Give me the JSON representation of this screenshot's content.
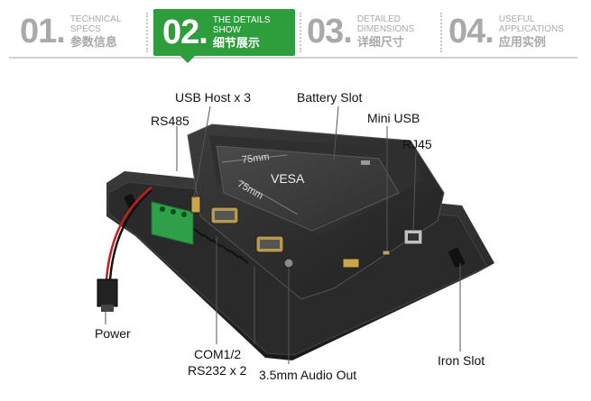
{
  "tabs": [
    {
      "num": "01.",
      "en1": "TECHNICAL",
      "en2": "SPECS",
      "cn": "参数信息",
      "active": false
    },
    {
      "num": "02.",
      "en1": "THE DETAILS",
      "en2": "SHOW",
      "cn": "细节展示",
      "active": true
    },
    {
      "num": "03.",
      "en1": "DETAILED",
      "en2": "DIMENSIONS",
      "cn": "详细尺寸",
      "active": false
    },
    {
      "num": "04.",
      "en1": "USEFUL",
      "en2": "APPLICATIONS",
      "cn": "应用实例",
      "active": false
    }
  ],
  "colors": {
    "accent": "#2e9d3c",
    "inactive": "#a9a9a9",
    "device": "#2b2b2b"
  },
  "device": {
    "vesa": "VESA",
    "dim1": "75mm",
    "dim2": "75mm"
  },
  "callouts": {
    "usb_host": "USB Host x 3",
    "battery_slot": "Battery Slot",
    "rs485": "RS485",
    "mini_usb": "Mini USB",
    "rj45": "RJ45",
    "power": "Power",
    "com_line1": "COM1/2",
    "com_line2": "RS232 x 2",
    "audio_out": "3.5mm Audio Out",
    "iron_slot": "Iron Slot"
  }
}
